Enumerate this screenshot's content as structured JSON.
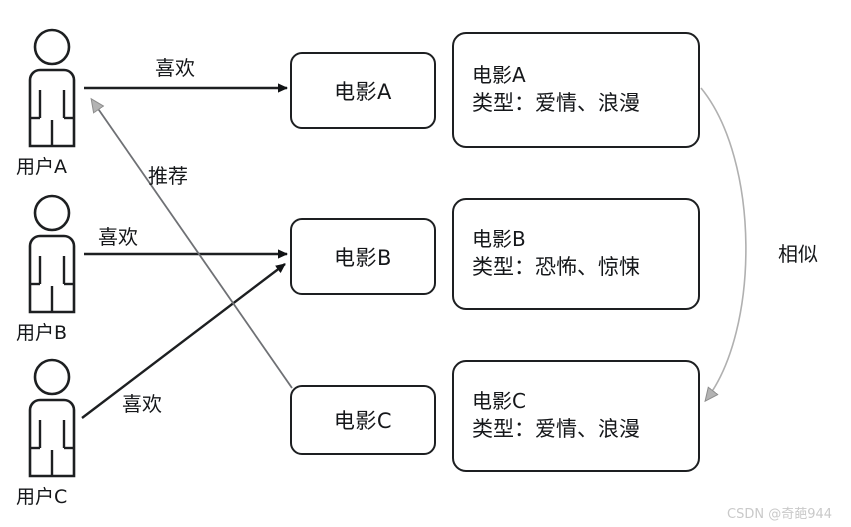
{
  "diagram": {
    "title": "collaborative-filtering-recommendation-diagram",
    "background": "#ffffff",
    "stroke_dark": "#1d1f21",
    "stroke_gray": "#8d8d8d"
  },
  "users": [
    {
      "id": "A",
      "caption": "用户A",
      "icon": "person-icon"
    },
    {
      "id": "B",
      "caption": "用户B",
      "icon": "person-icon"
    },
    {
      "id": "C",
      "caption": "用户C",
      "icon": "person-icon"
    }
  ],
  "movies": [
    {
      "id": "A",
      "label": "电影A"
    },
    {
      "id": "B",
      "label": "电影B"
    },
    {
      "id": "C",
      "label": "电影C"
    }
  ],
  "movie_details": [
    {
      "id": "A",
      "title": "电影A",
      "genre": "类型：爱情、浪漫"
    },
    {
      "id": "B",
      "title": "电影B",
      "genre": "类型：恐怖、惊悚"
    },
    {
      "id": "C",
      "title": "电影C",
      "genre": "类型：爱情、浪漫"
    }
  ],
  "edges": [
    {
      "name": "like-a",
      "label": "喜欢",
      "from": "用户A",
      "to": "电影A"
    },
    {
      "name": "like-b",
      "label": "喜欢",
      "from": "用户B",
      "to": "电影B"
    },
    {
      "name": "like-c",
      "label": "喜欢",
      "from": "用户C",
      "to": "电影B"
    },
    {
      "name": "recommend",
      "label": "推荐",
      "from": "电影C",
      "to": "用户A"
    },
    {
      "name": "similar",
      "label": "相似",
      "from": "电影A",
      "to": "电影C"
    }
  ],
  "watermark": "CSDN @奇葩944"
}
